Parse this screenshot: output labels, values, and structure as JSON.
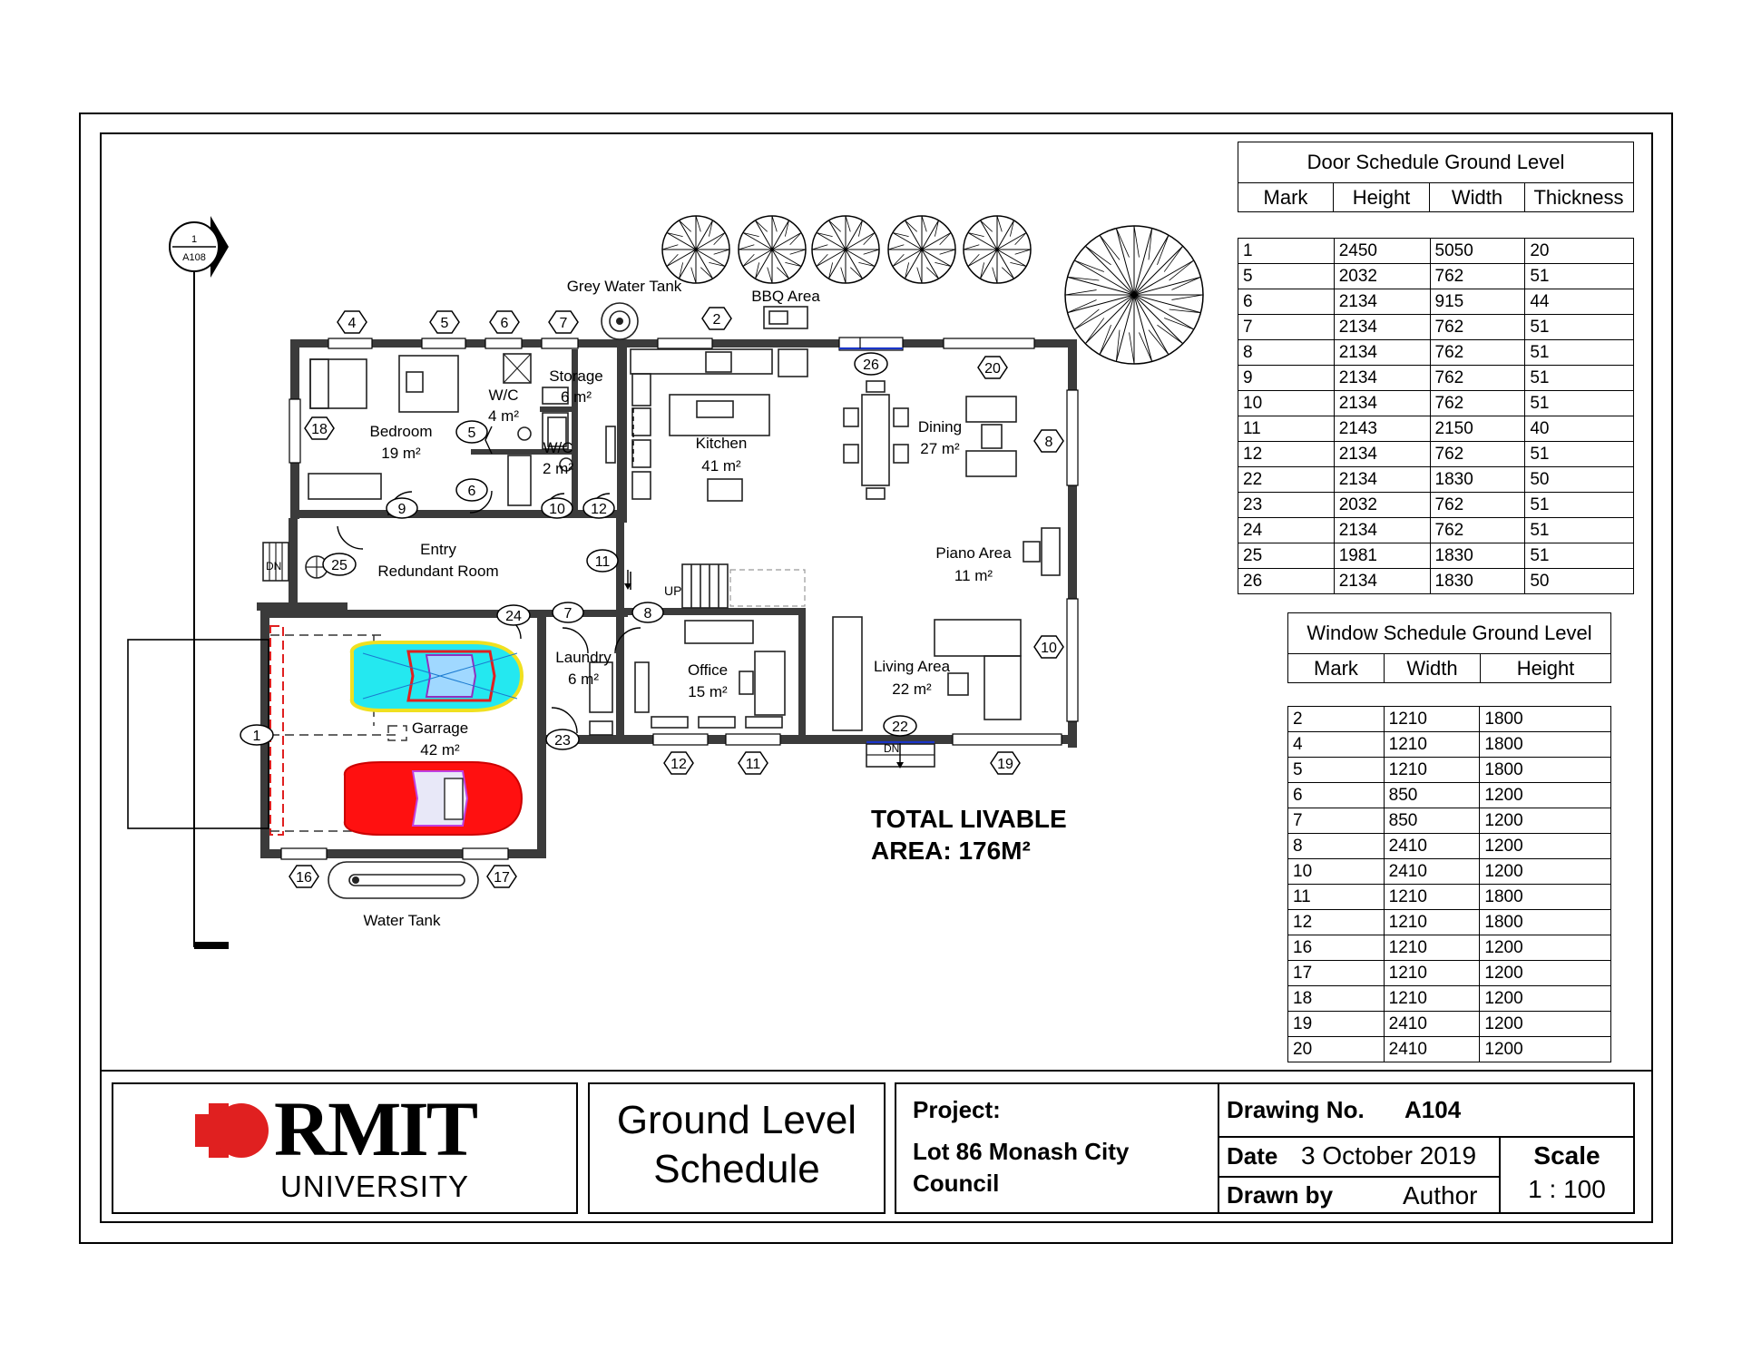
{
  "door_schedule": {
    "title": "Door Schedule Ground Level",
    "columns": [
      "Mark",
      "Height",
      "Width",
      "Thickness"
    ],
    "rows": [
      [
        "1",
        "2450",
        "5050",
        "20"
      ],
      [
        "5",
        "2032",
        "762",
        "51"
      ],
      [
        "6",
        "2134",
        "915",
        "44"
      ],
      [
        "7",
        "2134",
        "762",
        "51"
      ],
      [
        "8",
        "2134",
        "762",
        "51"
      ],
      [
        "9",
        "2134",
        "762",
        "51"
      ],
      [
        "10",
        "2134",
        "762",
        "51"
      ],
      [
        "11",
        "2143",
        "2150",
        "40"
      ],
      [
        "12",
        "2134",
        "762",
        "51"
      ],
      [
        "22",
        "2134",
        "1830",
        "50"
      ],
      [
        "23",
        "2032",
        "762",
        "51"
      ],
      [
        "24",
        "2134",
        "762",
        "51"
      ],
      [
        "25",
        "1981",
        "1830",
        "51"
      ],
      [
        "26",
        "2134",
        "1830",
        "50"
      ]
    ]
  },
  "window_schedule": {
    "title": "Window Schedule Ground Level",
    "columns": [
      "Mark",
      "Width",
      "Height"
    ],
    "rows": [
      [
        "2",
        "1210",
        "1800"
      ],
      [
        "4",
        "1210",
        "1800"
      ],
      [
        "5",
        "1210",
        "1800"
      ],
      [
        "6",
        "850",
        "1200"
      ],
      [
        "7",
        "850",
        "1200"
      ],
      [
        "8",
        "2410",
        "1200"
      ],
      [
        "10",
        "2410",
        "1200"
      ],
      [
        "11",
        "1210",
        "1800"
      ],
      [
        "12",
        "1210",
        "1800"
      ],
      [
        "16",
        "1210",
        "1200"
      ],
      [
        "17",
        "1210",
        "1200"
      ],
      [
        "18",
        "1210",
        "1200"
      ],
      [
        "19",
        "2410",
        "1200"
      ],
      [
        "20",
        "2410",
        "1200"
      ]
    ]
  },
  "plan": {
    "section_marker": {
      "number": "1",
      "sheet": "A108"
    },
    "rooms": {
      "bedroom": {
        "name": "Bedroom",
        "area": "19 m²"
      },
      "wc1": {
        "name": "W/C",
        "area": "4 m²"
      },
      "storage": {
        "name": "Storage",
        "area": "6 m²"
      },
      "wc2": {
        "name": "W/C",
        "area": "2 m²"
      },
      "kitchen": {
        "name": "Kitchen",
        "area": "41 m²"
      },
      "dining": {
        "name": "Dining",
        "area": "27 m²"
      },
      "entry": {
        "name": "Entry",
        "area": "Redundant Room"
      },
      "piano": {
        "name": "Piano Area",
        "area": "11 m²"
      },
      "laundry": {
        "name": "Laundry",
        "area": "6 m²"
      },
      "office": {
        "name": "Office",
        "area": "15 m²"
      },
      "living": {
        "name": "Living Area",
        "area": "22 m²"
      },
      "garage": {
        "name": "Garrage",
        "area": "42 m²"
      }
    },
    "external_labels": {
      "grey_water_tank": "Grey Water Tank",
      "bbq_area": "BBQ Area",
      "water_tank": "Water Tank"
    },
    "stair_labels": {
      "up": "UP",
      "dn_entry": "DN",
      "dn_living": "DN"
    },
    "total_area": {
      "line1": "TOTAL LIVABLE",
      "line2": "AREA: 176M²"
    },
    "window_tags": {
      "w4": "4",
      "w5": "5",
      "w6": "6",
      "w7": "7",
      "w2": "2",
      "w20": "20",
      "w18": "18",
      "w8": "8",
      "w10": "10",
      "w12": "12",
      "w11": "11",
      "w19": "19",
      "w16": "16",
      "w17": "17"
    },
    "door_tags": {
      "d26": "26",
      "d5": "5",
      "d6": "6",
      "d9": "9",
      "d10": "10",
      "d12": "12",
      "d11": "11",
      "d25": "25",
      "d24": "24",
      "d7": "7",
      "d8": "8",
      "d23": "23",
      "d22": "22",
      "d1": "1"
    }
  },
  "title_block": {
    "logo_word": "RMIT",
    "logo_sub": "UNIVERSITY",
    "sheet_title_line1": "Ground Level",
    "sheet_title_line2": "Schedule",
    "project_label": "Project:",
    "project_line1": "Lot 86 Monash City",
    "project_line2": "Council",
    "drawing_no_label": "Drawing No.",
    "drawing_no": "A104",
    "date_label": "Date",
    "date": "3 October 2019",
    "drawn_by_label": "Drawn by",
    "drawn_by": "Author",
    "scale_label": "Scale",
    "scale": "1 : 100"
  },
  "colors": {
    "logo_red": "#e02020",
    "car_cyan": "#24e8f0",
    "car_red": "#ff1010",
    "car_yellow": "#f0e020"
  }
}
